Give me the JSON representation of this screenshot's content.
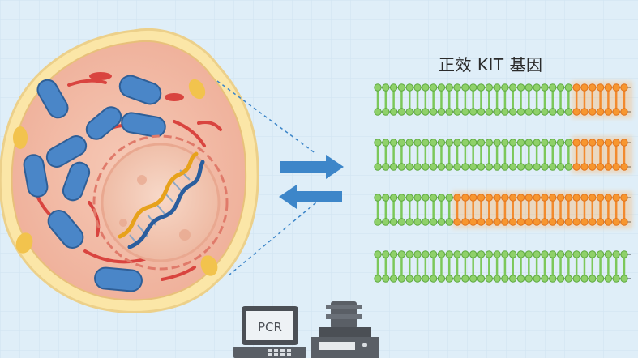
{
  "gene_title": "正效 KIT 基因",
  "device_label": "PCR",
  "colors": {
    "background": "#dfeef8",
    "grid": "#cfe3f1",
    "normal_strand": "#7cc85a",
    "normal_dot": "#8fd16a",
    "mutant_strand": "#f28a2e",
    "mutant_dot": "#f7962f",
    "arrow": "#3d86c9",
    "cell_outer": "#f3d27a",
    "cytoplasm": "#f2b7a3",
    "nucleus": "#f1c6b3",
    "mitochondria": "#4a86c8",
    "dna_a": "#e7a21c",
    "dna_b": "#2b5e9e"
  },
  "dna_strands": [
    {
      "mutant_fraction": 0.22
    },
    {
      "mutant_fraction": 0.22
    },
    {
      "mutant_fraction": 0.7
    },
    {
      "mutant_fraction": 0.0
    }
  ],
  "icons": [
    "cell-icon",
    "dna-helix-icon",
    "arrow-right-icon",
    "arrow-left-icon",
    "pcr-computer-icon",
    "sequencer-machine-icon"
  ]
}
